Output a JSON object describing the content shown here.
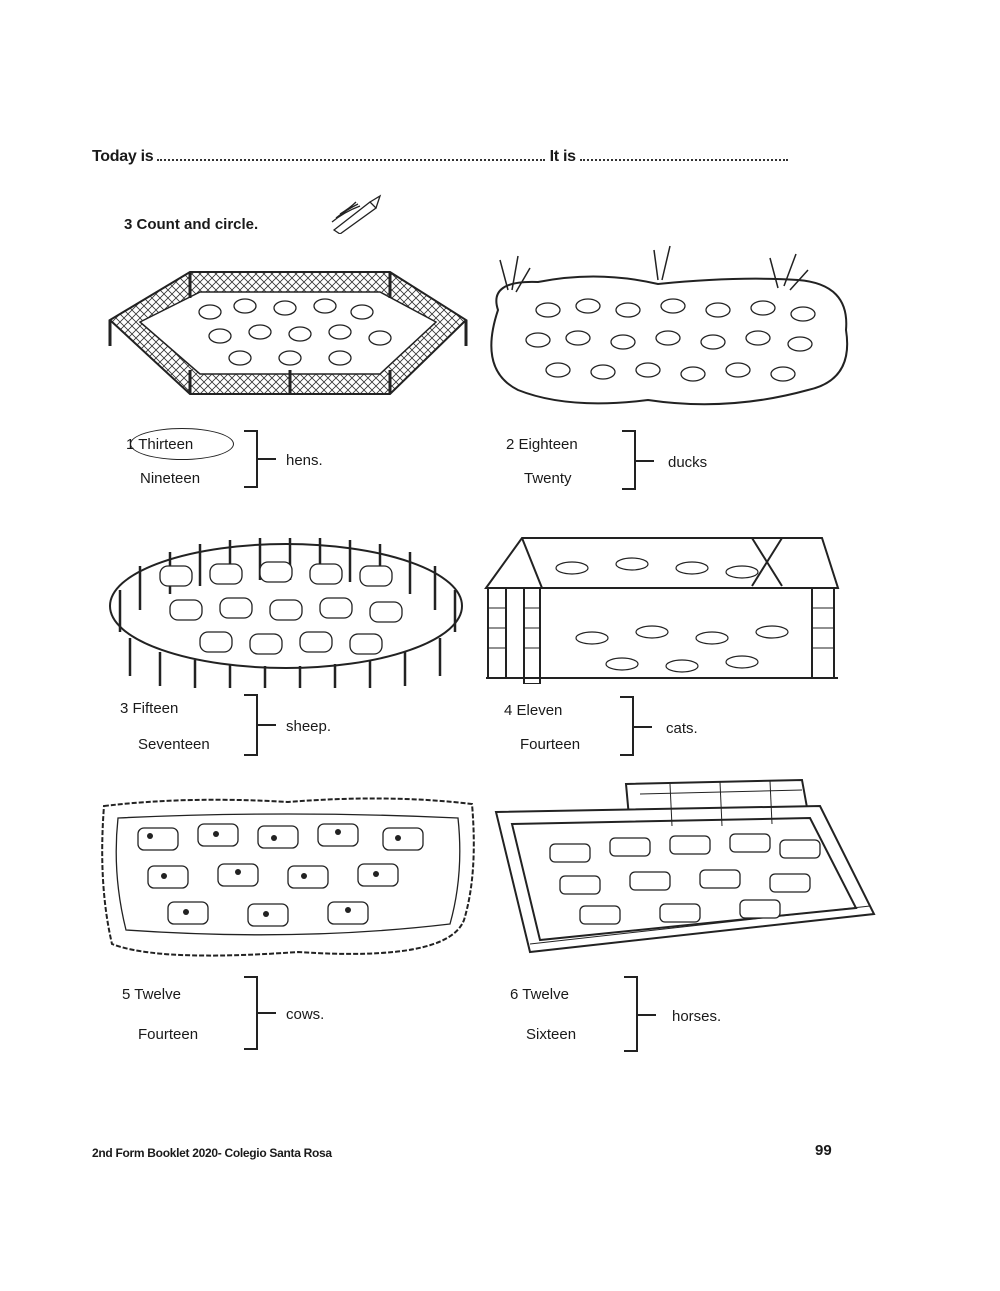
{
  "header": {
    "today_label": "Today is",
    "it_is_label": "It is"
  },
  "instruction": "3 Count and circle.",
  "icons": {
    "pencil": "pencil-icon"
  },
  "exercises": [
    {
      "first": "1 Thirteen",
      "second": "Nineteen",
      "noun": "hens.",
      "circled": "first",
      "picture": "hens-pen-illustration"
    },
    {
      "first": "2 Eighteen",
      "second": "Twenty",
      "noun": "ducks",
      "circled": "none",
      "picture": "ducks-pond-illustration"
    },
    {
      "first": "3 Fifteen",
      "second": "Seventeen",
      "noun": "sheep.",
      "circled": "none",
      "picture": "sheep-fold-illustration"
    },
    {
      "first": "4 Eleven",
      "second": "Fourteen",
      "noun": "cats.",
      "circled": "none",
      "picture": "cats-barn-illustration"
    },
    {
      "first": "5 Twelve",
      "second": "Fourteen",
      "noun": "cows.",
      "circled": "none",
      "picture": "cows-field-illustration"
    },
    {
      "first": "6 Twelve",
      "second": "Sixteen",
      "noun": "horses.",
      "circled": "none",
      "picture": "horses-corral-illustration"
    }
  ],
  "footer": {
    "left": "2nd Form Booklet 2020- Colegio Santa Rosa",
    "page_number": "99"
  }
}
